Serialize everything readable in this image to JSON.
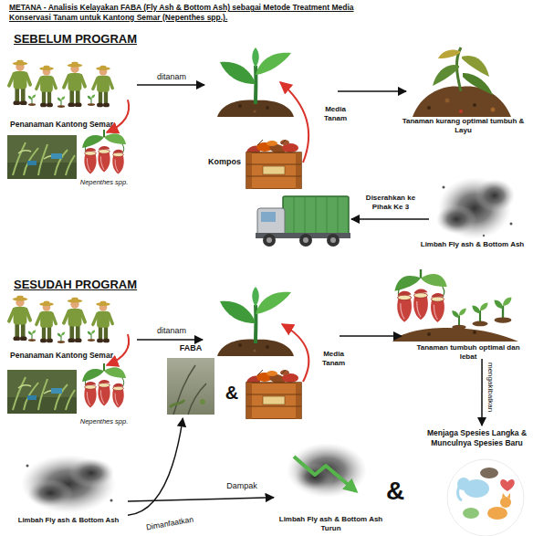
{
  "diagram": {
    "title": "METANA - Analisis Kelayakan FABA (Fly Ash & Bottom Ash) sebagai Metode Treatment Media Konservasi Tanam untuk Kantong Semar (Nepenthes spp.).",
    "nodes": [
      {
        "text": [
          "Penanaman Kantong Semar"
        ]
      },
      {
        "text": [
          "Nepenthes spp."
        ]
      },
      {
        "text": [
          "Kompos"
        ]
      },
      {
        "text": [
          "Tanaman kurang optimal tumbuh & Layu"
        ]
      },
      {
        "text": [
          "Limbah Fly ash & Bottom Ash"
        ]
      },
      {
        "text": [
          "Penanaman Kantong Semar"
        ]
      },
      {
        "text": [
          "Nepenthes spp."
        ]
      },
      {
        "text": [
          "FABA"
        ]
      },
      {
        "text": [
          "Tanaman tumbuh optimal dan lebat"
        ]
      },
      {
        "text": [
          "Menjaga Spesies Langka & Munculnya Spesies Baru"
        ]
      },
      {
        "text": [
          "Limbah Fly ash & Bottom Ash"
        ]
      },
      {
        "text": [
          "Limbah Fly ash & Bottom Ash Turun"
        ]
      }
    ],
    "edges": [
      {
        "from": 0,
        "to": 1,
        "arrow": "to"
      },
      {
        "from": 5,
        "to": 6,
        "arrow": "to"
      },
      {
        "from": 8,
        "to": 9,
        "label": "mengakibatkan",
        "arrow": "to"
      },
      {
        "from": 10,
        "to": 7,
        "label": "Dimanfaatkan",
        "arrow": "to"
      },
      {
        "from": 10,
        "to": 11,
        "label": "Dampak",
        "arrow": "to"
      }
    ],
    "labels": [
      "SEBELUM PROGRAM",
      "ditanam",
      "Media Tanam",
      "Diserahkan ke Pihak Ke 3",
      "SESUDAH PROGRAM",
      "ditanam",
      "Media Tanam",
      "&",
      "&"
    ]
  }
}
